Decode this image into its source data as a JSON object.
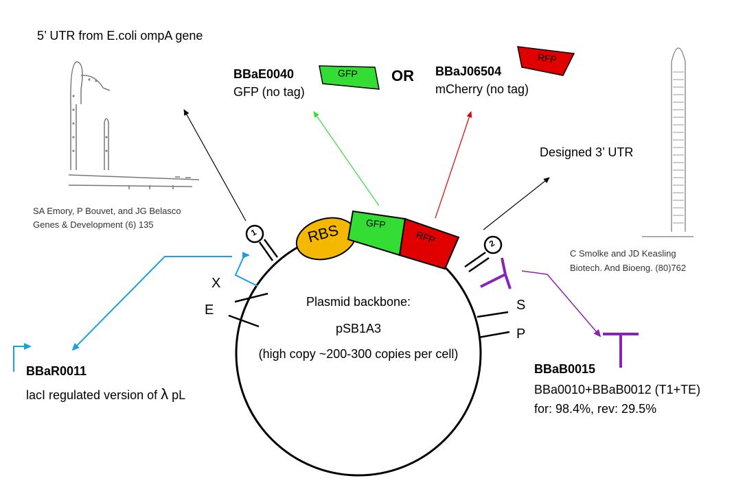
{
  "colors": {
    "gfp": "#33dd33",
    "rfp": "#e00000",
    "rbs": "#f5b800",
    "promoter": "#1a9fe0",
    "terminator": "#8a22b8",
    "arrow_black": "#000000"
  },
  "utr5": {
    "title": "5’ UTR from E.coli ompA gene",
    "citation_line1": "SA Emory, P Bouvet, and JG Belasco",
    "citation_line2": "Genes & Development (6) 135"
  },
  "utr3": {
    "title": "Designed 3’ UTR",
    "citation_line1": "C Smolke and JD Keasling",
    "citation_line2": "Biotech. And Bioeng. (80)762"
  },
  "gfp_part": {
    "id": "BBaE0040",
    "desc": "GFP (no tag)",
    "tag": "GFP"
  },
  "or_text": "OR",
  "rfp_part": {
    "id": "BBaJ06504",
    "desc": "mCherry (no tag)",
    "tag": "RFP"
  },
  "plasmid": {
    "line1": "Plasmid backbone:",
    "line2": "pSB1A3",
    "line3": "(high copy ~200-300 copies per cell)"
  },
  "sites": {
    "x": "X",
    "e": "E",
    "s": "S",
    "p": "P"
  },
  "construct": {
    "rbs": "RBS",
    "gfp": "GFP",
    "rfp": "RFP",
    "hairpin1": "1",
    "hairpin2": "2"
  },
  "promoter": {
    "id": "BBaR0011",
    "desc_prefix": "lacI regulated version of ",
    "lambda": "λ",
    "desc_suffix": " pL"
  },
  "terminator": {
    "id": "BBaB0015",
    "desc": "BBa0010+BBaB0012 (T1+TE)",
    "efficiency": "for: 98.4%, rev: 29.5%"
  }
}
